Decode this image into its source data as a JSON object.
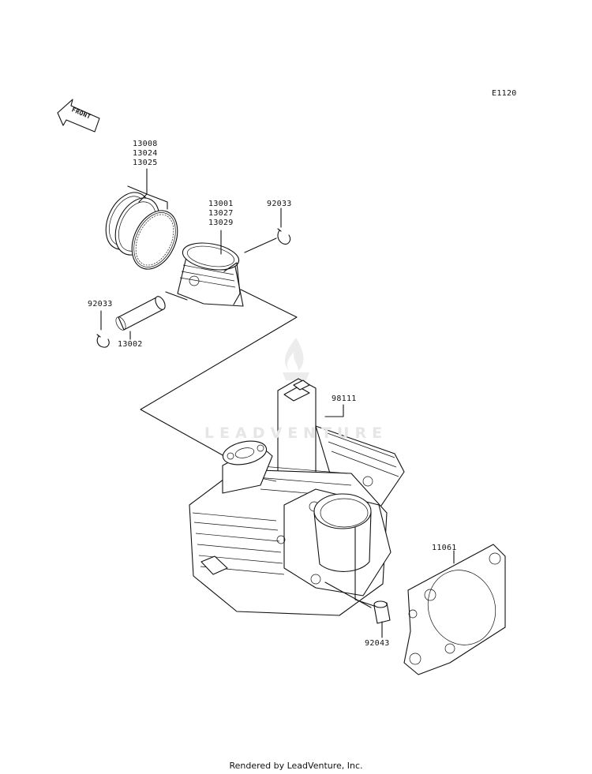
{
  "diagram_code": "E1120",
  "front_label": "FRONT",
  "parts": {
    "rings": [
      "13008",
      "13024",
      "13025"
    ],
    "piston": [
      "13001",
      "13027",
      "13029"
    ],
    "clip_right": "92033",
    "clip_left": "92033",
    "pin": "13002",
    "cylinder": "98111",
    "gasket": "11061",
    "dowel": "92043"
  },
  "watermark": "LEADVENTURE",
  "footer": "Rendered by LeadVenture, Inc."
}
